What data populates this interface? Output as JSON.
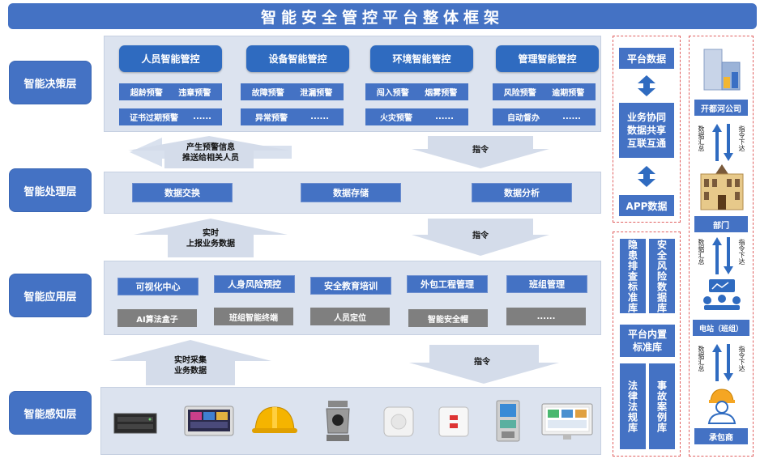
{
  "title": "智能安全管控平台整体框架",
  "layers": {
    "decision": "智能决策层",
    "processing": "智能处理层",
    "application": "智能应用层",
    "perception": "智能感知层"
  },
  "decision": {
    "headers": [
      "人员智能管控",
      "设备智能管控",
      "环境智能管控",
      "管理智能管控"
    ],
    "row1": [
      [
        "超龄预警",
        "违章预警"
      ],
      [
        "故障预警",
        "泄漏预警"
      ],
      [
        "闯入预警",
        "烟雾预警"
      ],
      [
        "风险预警",
        "逾期预警"
      ]
    ],
    "row2": [
      [
        "证书过期预警",
        "......"
      ],
      [
        "异常预警",
        "......"
      ],
      [
        "火灾预警",
        "......"
      ],
      [
        "自动督办",
        "......"
      ]
    ]
  },
  "arrows": {
    "up1": "产生预警信息\n推送给相关人员",
    "down1": "指令",
    "up2": "实时\n上报业务数据",
    "down2": "指令",
    "up3": "实时采集\n业务数据",
    "down3": "指令"
  },
  "processing": {
    "items": [
      "数据交换",
      "数据存储",
      "数据分析"
    ]
  },
  "application": {
    "row1": [
      "可视化中心",
      "人身风险预控",
      "安全教育培训",
      "外包工程管理",
      "班组管理"
    ],
    "row2": [
      "AI算法盒子",
      "班组智能终端",
      "人员定位",
      "智能安全帽",
      "......"
    ]
  },
  "perception": {
    "devices": [
      "server-device",
      "smart-terminal-device",
      "safety-helmet-device",
      "ptz-camera-device",
      "sensor-device",
      "smoke-detector-device",
      "kiosk-device",
      "monitor-device"
    ]
  },
  "right_panel": {
    "platform_data": "平台数据",
    "collab": "业务协同\n数据共享\n互联互通",
    "app_data": "APP数据",
    "hidden_hazard": "隐患排查标准库",
    "risk_db": "安全风险数据库",
    "builtin": "平台内置\n标准库",
    "law": "法律法规库",
    "accident": "事故案例库"
  },
  "far_right": {
    "company": "开都河公司",
    "dept": "部门",
    "station": "电站（班组）",
    "contractor": "承包商",
    "summary": "数据汇总",
    "command": "指令下达"
  },
  "colors": {
    "primary": "#4472c4",
    "pill": "#2f6bc0",
    "panel": "#dce3ef",
    "dashed": "#e06060",
    "gray": "#7f7f7f"
  }
}
